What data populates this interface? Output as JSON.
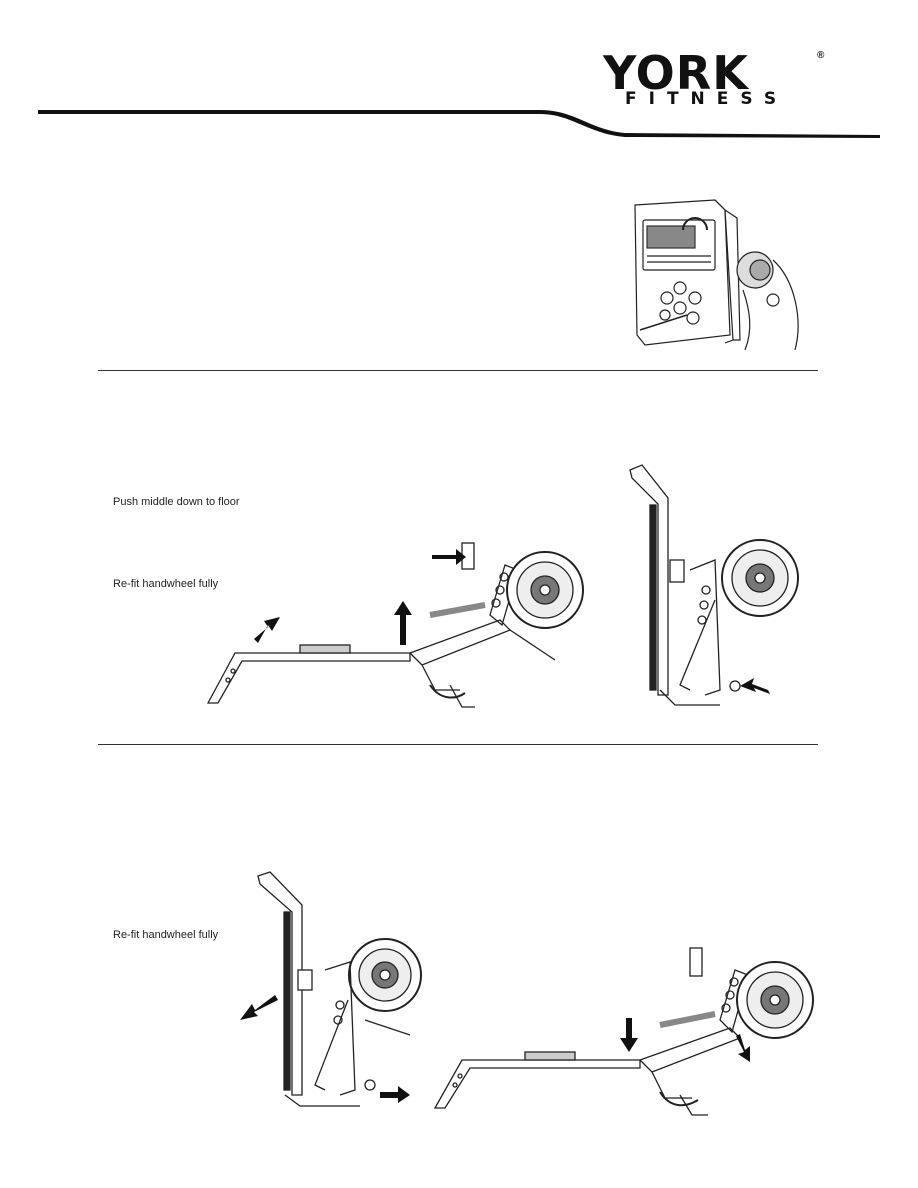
{
  "header": {
    "brand_top": "YORK",
    "brand_bottom": "FITNESS",
    "registered_mark": "®"
  },
  "section1": {
    "figure": "console-icon"
  },
  "section2": {
    "instruction_1": "Push middle down to floor",
    "instruction_2": "Re-fit handwheel fully",
    "figure_left": "rower-unfolded",
    "figure_right": "rower-folded"
  },
  "section3": {
    "instruction_1": "Re-fit handwheel fully",
    "figure_left": "rower-folded",
    "figure_right": "rower-unfolded"
  }
}
